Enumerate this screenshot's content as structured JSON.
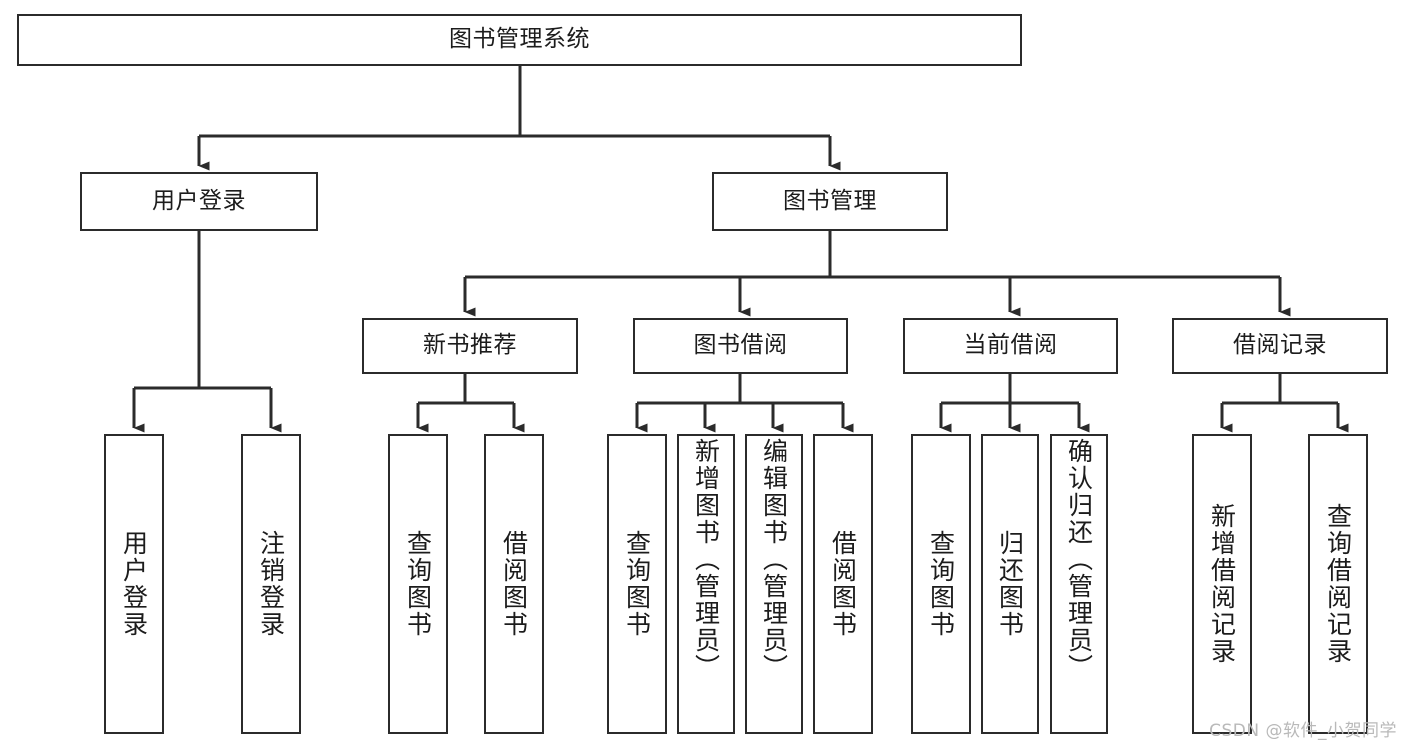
{
  "diagram": {
    "type": "tree-hierarchy",
    "title": "图书管理系统",
    "orientation": "top-down",
    "colors": {
      "box_border": "#2b2b2b",
      "box_fill": "#ffffff",
      "connector": "#2b2b2b",
      "text": "#1c1c1c",
      "watermark": "#b9b9b9",
      "background": "#ffffff"
    },
    "root": {
      "id": "root",
      "label": "图书管理系统"
    },
    "level2": [
      {
        "id": "user-login",
        "label": "用户登录"
      },
      {
        "id": "book-management",
        "label": "图书管理"
      }
    ],
    "level3": [
      {
        "id": "new-book-recommend",
        "label": "新书推荐"
      },
      {
        "id": "book-borrow",
        "label": "图书借阅"
      },
      {
        "id": "current-borrow",
        "label": "当前借阅"
      },
      {
        "id": "borrow-record",
        "label": "借阅记录"
      }
    ],
    "leaves": {
      "user-login": [
        {
          "id": "leaf-user-login",
          "label": "用户登录"
        },
        {
          "id": "leaf-user-logout",
          "label": "注销登录"
        }
      ],
      "new-book-recommend": [
        {
          "id": "leaf-query-book-1",
          "label": "查询图书"
        },
        {
          "id": "leaf-borrow-book-1",
          "label": "借阅图书"
        }
      ],
      "book-borrow": [
        {
          "id": "leaf-query-book-2",
          "label": "查询图书"
        },
        {
          "id": "leaf-add-book-admin",
          "label": "新增图书（管理员）"
        },
        {
          "id": "leaf-edit-book-admin",
          "label": "编辑图书（管理员）"
        },
        {
          "id": "leaf-borrow-book-2",
          "label": "借阅图书"
        }
      ],
      "current-borrow": [
        {
          "id": "leaf-query-book-3",
          "label": "查询图书"
        },
        {
          "id": "leaf-return-book",
          "label": "归还图书"
        },
        {
          "id": "leaf-confirm-return-admin",
          "label": "确认归还（管理员）"
        }
      ],
      "borrow-record": [
        {
          "id": "leaf-add-borrow-record",
          "label": "新增借阅记录"
        },
        {
          "id": "leaf-query-borrow-record",
          "label": "查询借阅记录"
        }
      ]
    }
  },
  "watermark": {
    "text": "CSDN @软件_小贺同学"
  }
}
